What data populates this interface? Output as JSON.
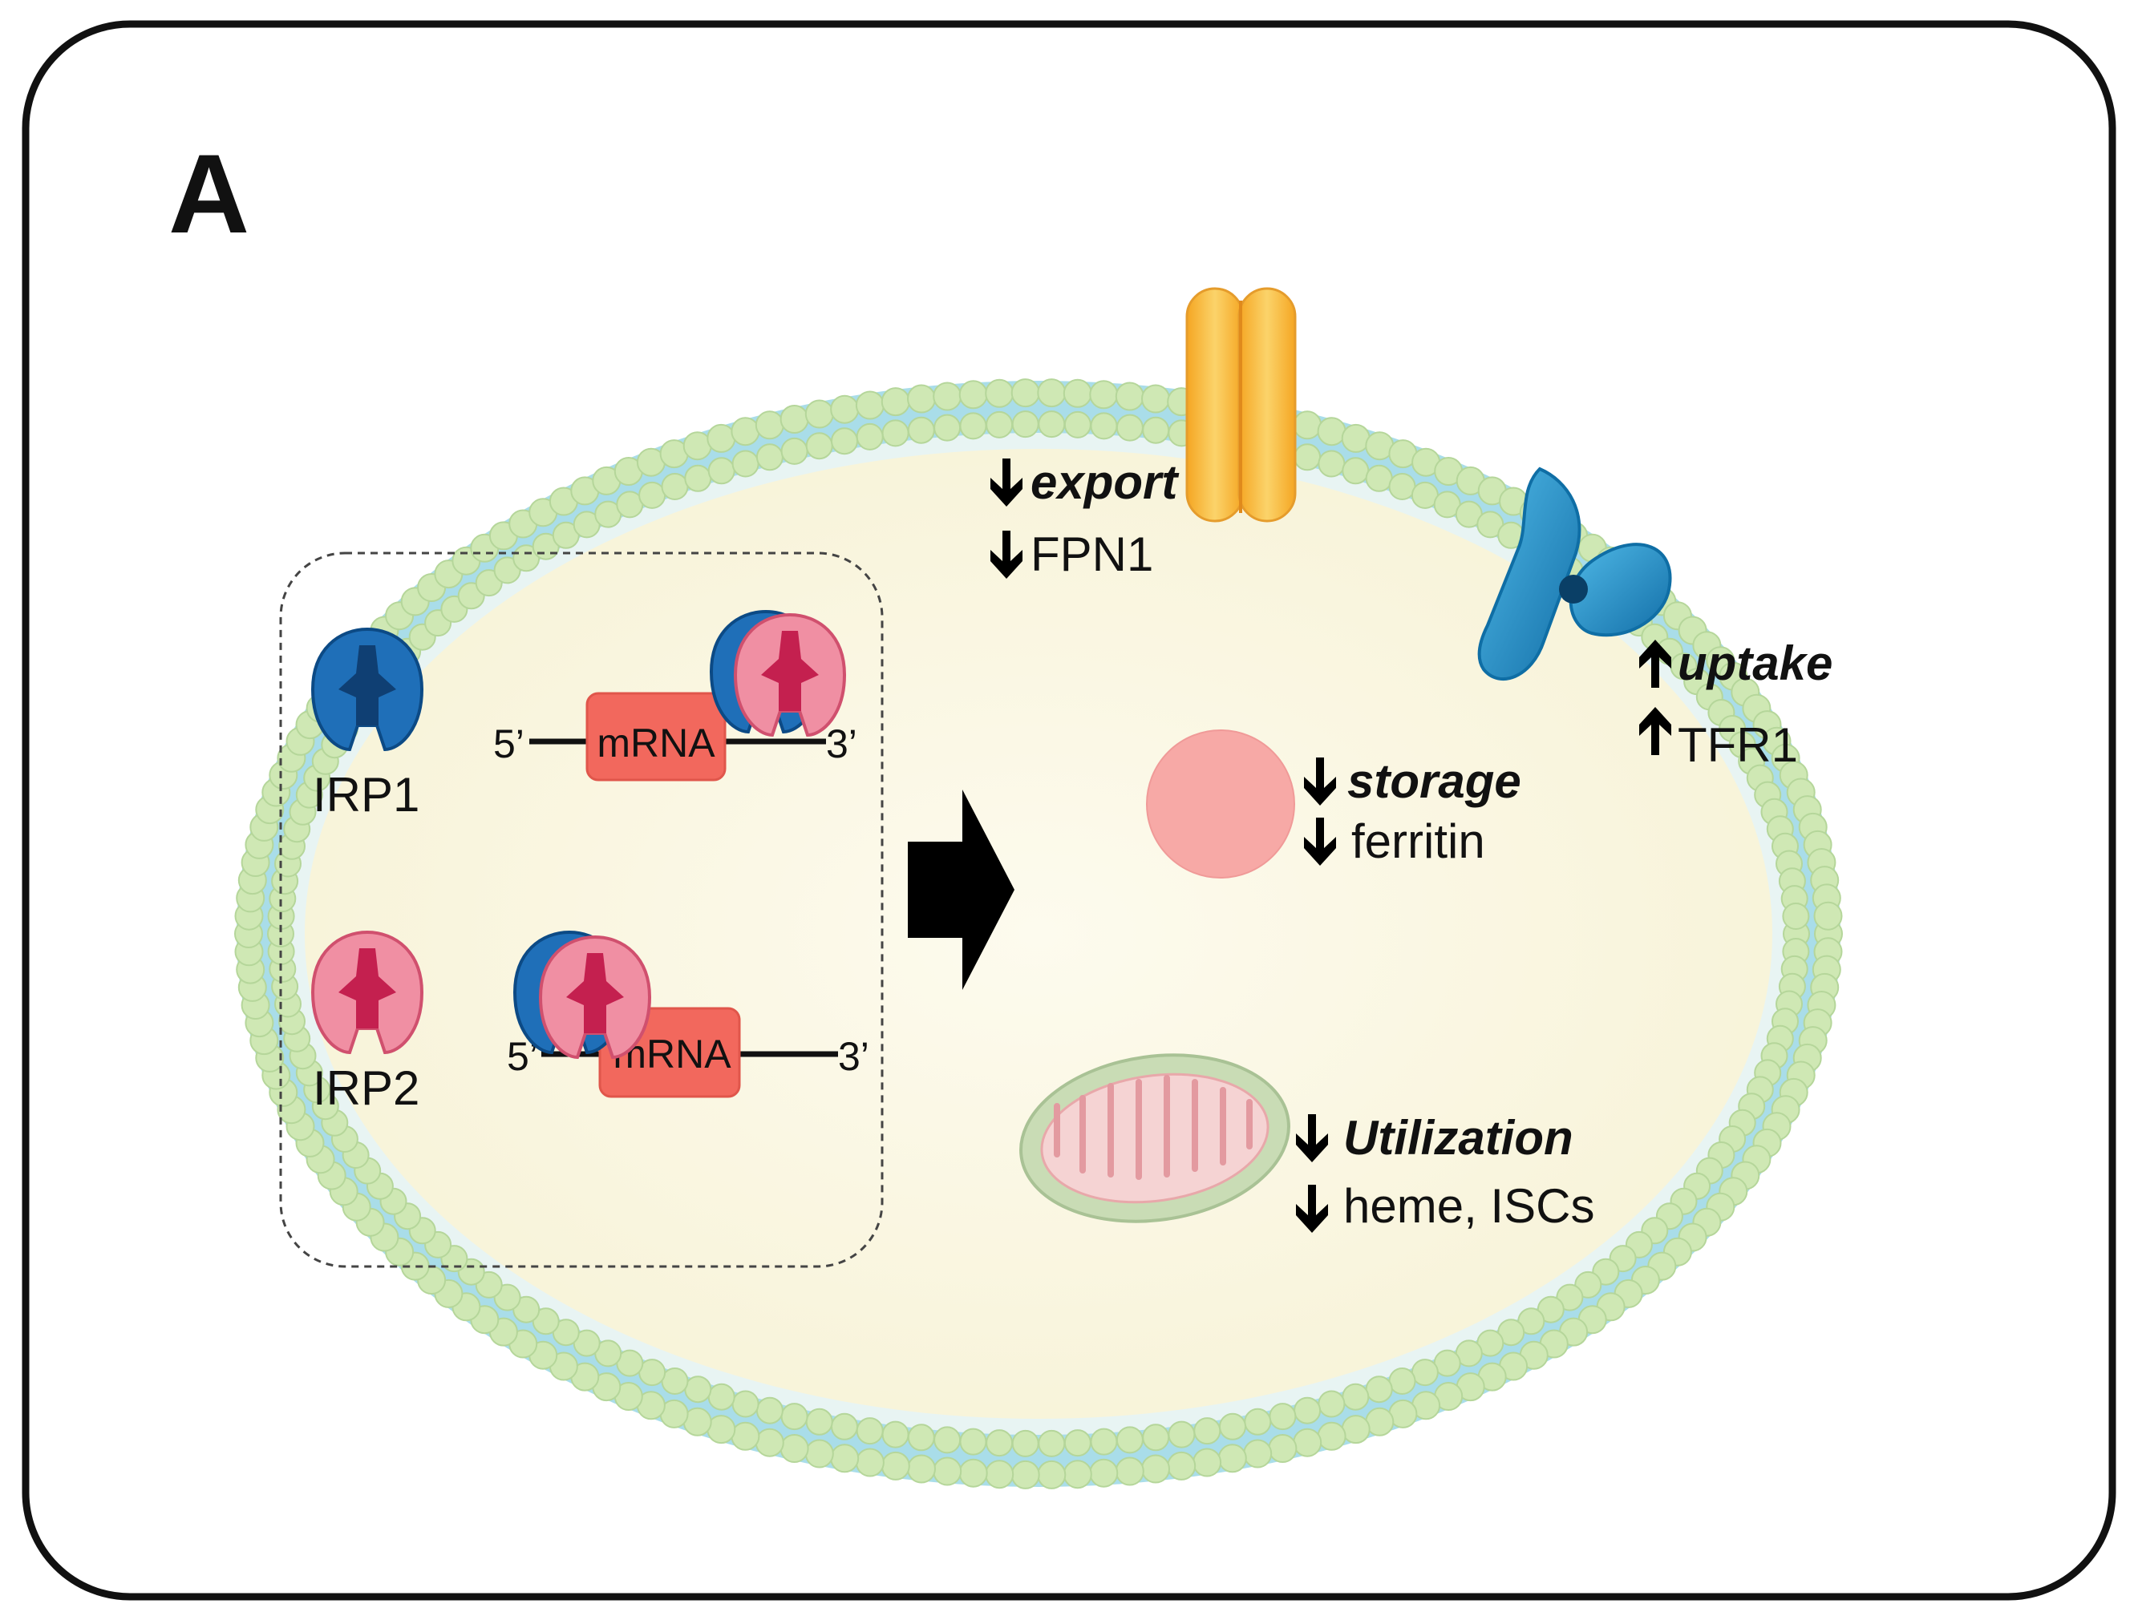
{
  "panel": {
    "label": "A"
  },
  "proteins": {
    "irp1_label": "IRP1",
    "irp2_label": "IRP2"
  },
  "mrna_top": {
    "five_prime": "5’",
    "label": "mRNA",
    "three_prime": "3’"
  },
  "mrna_bottom": {
    "five_prime": "5’",
    "label": "mRNA",
    "three_prime": "3’"
  },
  "effects": {
    "export": {
      "process": "export",
      "molecule": "FPN1",
      "direction": "down"
    },
    "uptake": {
      "process": "uptake",
      "molecule": "TFR1",
      "direction": "up"
    },
    "storage": {
      "process": "storage",
      "molecule": "ferritin",
      "direction": "down"
    },
    "utilization": {
      "process": "Utilization",
      "molecule": "heme, ISCs",
      "direction": "down"
    }
  },
  "colors": {
    "irp1": "#1f6fb8",
    "irp1_dark": "#0f4f8c",
    "irp2": "#f08fa3",
    "irp2_dark": "#c4204f",
    "mrna_box": "#f2685d",
    "membrane_head": "#cfe8b4",
    "membrane_tail": "#a9dde9",
    "cytoplasm": "#fbf8e4",
    "ferritin": "#f7a9a6",
    "ferroportin": "#f9c64b",
    "transferrin_receptor": "#1e90c8",
    "mitochondrion": "#c9dcb5"
  }
}
